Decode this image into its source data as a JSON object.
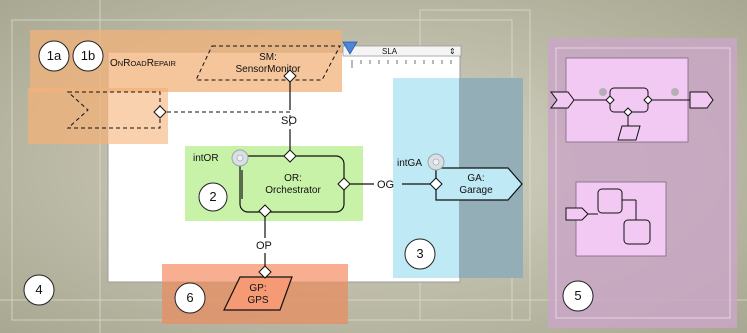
{
  "diagram": {
    "title_caps": {
      "big1": "O",
      "small1": "N",
      "big2": "R",
      "small2": "OAD",
      "big3": "R",
      "small3": "EPAIR"
    },
    "nodes": {
      "sm": {
        "line1": "SM:",
        "line2": "SensorMonitor"
      },
      "or": {
        "line1": "OR:",
        "line2": "Orchestrator"
      },
      "ga": {
        "line1": "GA:",
        "line2": "Garage"
      },
      "gp": {
        "line1": "GP:",
        "line2": "GPS"
      }
    },
    "connectors": {
      "so": "SO",
      "og": "OG",
      "op": "OP"
    },
    "interfaces": {
      "int_or": "intOR",
      "int_ga": "intGA"
    },
    "slider": {
      "label": "SLA",
      "arrows": "⇕"
    },
    "badges": {
      "b1a": "1a",
      "b1b": "1b",
      "b2": "2",
      "b3": "3",
      "b4": "4",
      "b5": "5",
      "b6": "6"
    },
    "colors": {
      "background_outer": "#c9c7b4",
      "orange_region": "#f2b27a",
      "green_region": "#c8f2a8",
      "blue_region": "#bfe9f4",
      "purple_region": "#c9a7c6",
      "pink_box": "#f1c9f3",
      "gp_fill": "#f59a75"
    }
  }
}
